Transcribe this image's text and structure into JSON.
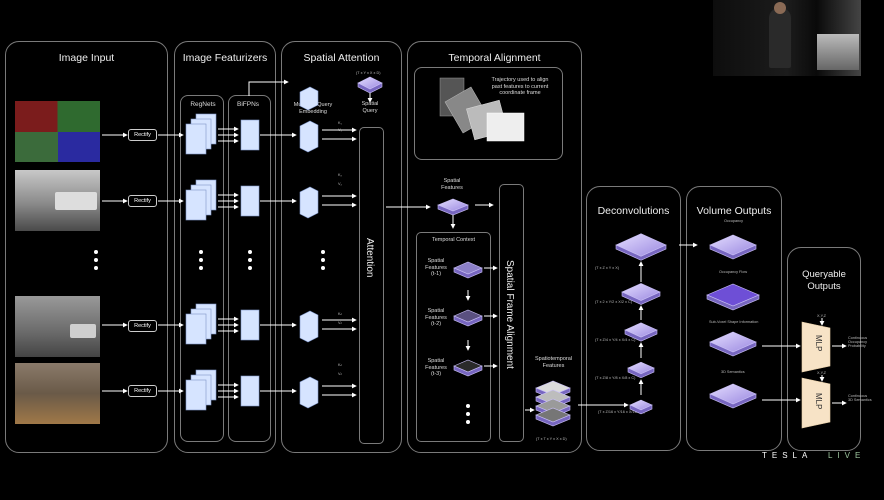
{
  "panels": {
    "image_input": "Image Input",
    "image_featurizers": "Image Featurizers",
    "spatial_attention": "Spatial Attention",
    "temporal_alignment": "Temporal Alignment",
    "deconvolutions": "Deconvolutions",
    "volume_outputs": "Volume Outputs",
    "queryable_outputs": "Queryable\nOutputs"
  },
  "rectify_label": "Rectify",
  "featurizer": {
    "regnets": "RegNets",
    "bifpns": "BiFPNs"
  },
  "attention": {
    "multicam": "Multicam Query\nEmbedding",
    "spatial_query": "Spatial\nQuery",
    "spatial_query_dims": "(T x Y x X x D)",
    "attention_label": "Attention",
    "kv_labels": [
      "K₁",
      "V₁",
      "K₂",
      "V₂",
      "Kₙ",
      "Vₙ",
      "Kₙ",
      "Vₙ"
    ]
  },
  "temporal": {
    "trajectory_note": "Trajectory used to align\npast features to current\ncoordinate frame",
    "spatial_features": "Spatial\nFeatures",
    "temporal_context": "Temporal Context",
    "context_items": [
      "Spatial\nFeatures\n(t-1)",
      "Spatial\nFeatures\n(t-2)",
      "Spatial\nFeatures\n(t-3)"
    ],
    "sfa_label": "Spatial Frame Alignment",
    "spatiotemporal": "Spatiotemporal\nFeatures",
    "spatiotemporal_dims": "(T x T x Y x X x D)"
  },
  "deconv_dims": [
    "(T x Z x Y x X)",
    "(T x 2 x Y/2 x X/2 x C)",
    "(T x Z/4 x Y/4 x X/4 x C)",
    "(T x Z/8 x Y/8 x X/8 x C)",
    "(T x Z/16 x Y/16 x X/16 x C)"
  ],
  "volume_labels": [
    "Occupancy",
    "Occupancy Flow",
    "Sub-Voxel Shape Information",
    "3D Semantics"
  ],
  "queryable": {
    "mlp": "MLP",
    "xyz": "X,Y,Z",
    "out1": "Continuous\nOccupancy\nProbability",
    "out2": "Continuous\n3D Semantics"
  },
  "brand": "TESLA",
  "brand2": "LIVE",
  "colors": {
    "accent": "#9f8fe6",
    "feature": "#d6e4ff",
    "mlp": "#f7e3c6"
  }
}
